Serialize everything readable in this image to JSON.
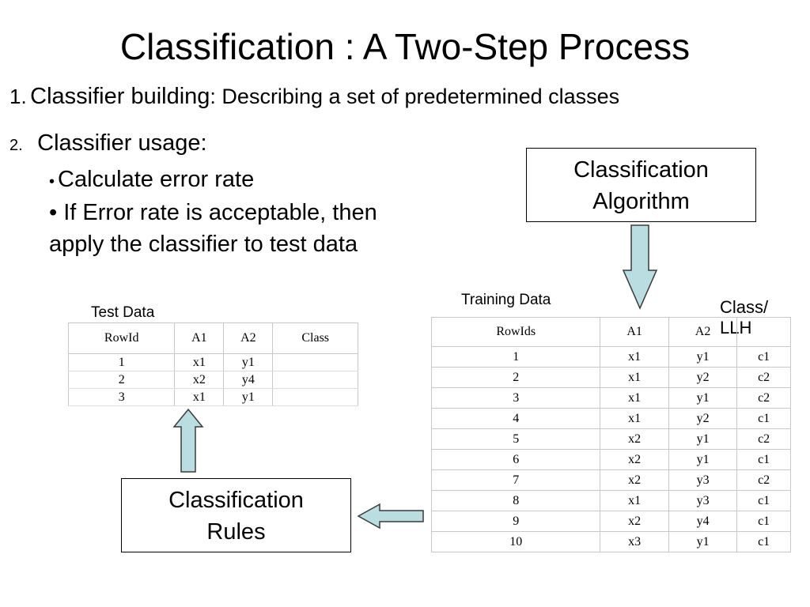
{
  "title": "Classification : A Two-Step Process",
  "steps": {
    "step1": {
      "number": "1.",
      "heading": "Classifier building",
      "description": ": Describing a set of predetermined classes"
    },
    "step2": {
      "number": "2.",
      "heading": "Classifier usage:"
    },
    "bullets": [
      "Calculate error rate",
      "• If Error rate is acceptable, then",
      "apply the classifier to test data"
    ]
  },
  "boxes": {
    "algorithm": {
      "line1": "Classification",
      "line2": "Algorithm"
    },
    "rules": {
      "line1": "Classification",
      "line2": "Rules"
    }
  },
  "labels": {
    "test_data": "Test Data",
    "training_data": "Training Data",
    "class_llh_line1": "Class/",
    "class_llh_line2": "LLH"
  },
  "test_table": {
    "headers": [
      "RowId",
      "A1",
      "A2",
      "Class"
    ],
    "rows": [
      [
        "1",
        "x1",
        "y1",
        ""
      ],
      [
        "2",
        "x2",
        "y4",
        ""
      ],
      [
        "3",
        "x1",
        "y1",
        ""
      ]
    ]
  },
  "training_table": {
    "headers": [
      "RowIds",
      "A1",
      "A2",
      ""
    ],
    "rows": [
      [
        "1",
        "x1",
        "y1",
        "c1"
      ],
      [
        "2",
        "x1",
        "y2",
        "c2"
      ],
      [
        "3",
        "x1",
        "y1",
        "c2"
      ],
      [
        "4",
        "x1",
        "y2",
        "c1"
      ],
      [
        "5",
        "x2",
        "y1",
        "c2"
      ],
      [
        "6",
        "x2",
        "y1",
        "c1"
      ],
      [
        "7",
        "x2",
        "y3",
        "c2"
      ],
      [
        "8",
        "x1",
        "y3",
        "c1"
      ],
      [
        "9",
        "x2",
        "y4",
        "c1"
      ],
      [
        "10",
        "x3",
        "y1",
        "c1"
      ]
    ]
  },
  "colors": {
    "arrow_fill": "#b9dde0",
    "arrow_stroke": "#3a3a3a"
  }
}
